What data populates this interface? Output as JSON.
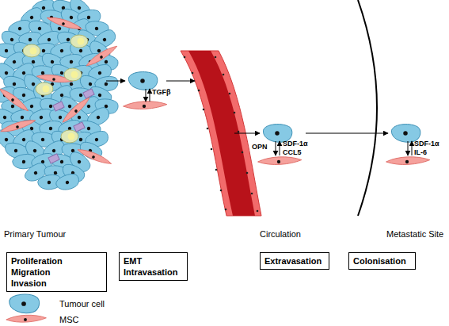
{
  "diagram": {
    "nodes": [
      {
        "text": [
          "Proliferation",
          "Migration",
          "Invasion"
        ]
      },
      {
        "text": [
          "EMT",
          "Intravasation"
        ]
      },
      {
        "text": [
          "Extravasation"
        ]
      },
      {
        "text": [
          "Colonisation"
        ]
      }
    ],
    "labels": [
      "TGFβ",
      "OPN",
      "SDF-1α",
      "CCL5",
      "SDF-1α",
      "IL-6",
      "Primary Tumour",
      "Circulation",
      "Metastatic Site"
    ],
    "legend": [
      {
        "text": "Tumour cell"
      },
      {
        "text": "MSC"
      }
    ]
  }
}
